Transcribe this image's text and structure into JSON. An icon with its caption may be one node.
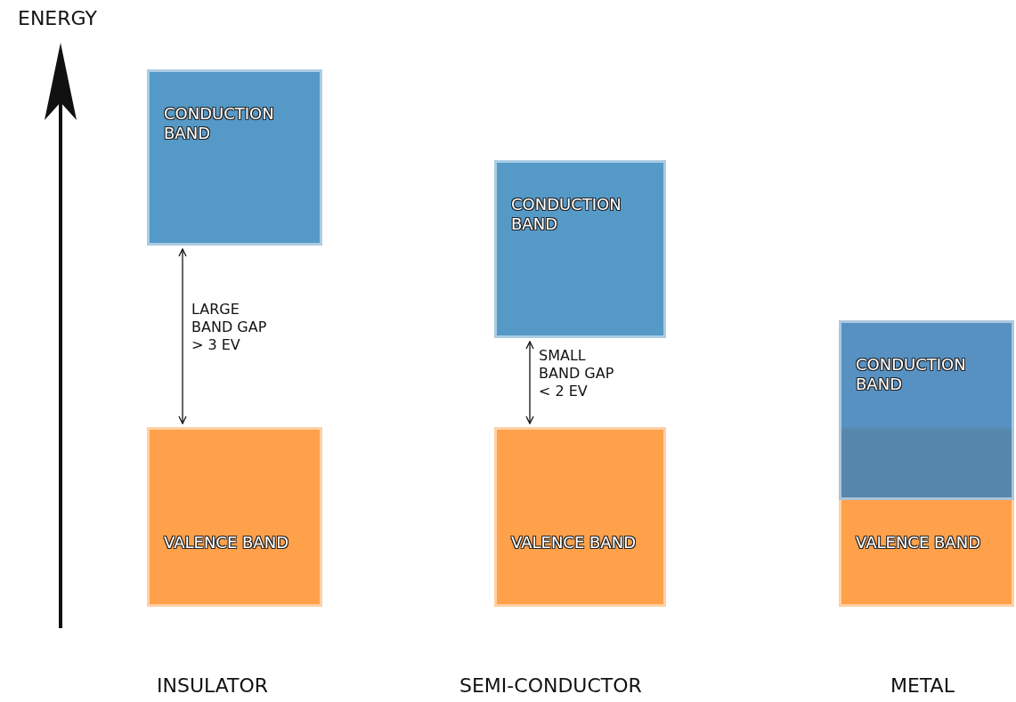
{
  "diagram": {
    "nodes": [
      {
        "text": [
          "CONDUCTION BAND"
        ]
      },
      {
        "text": [
          "VALENCE BAND"
        ]
      },
      {
        "text": [
          "CONDUCTION BAND"
        ]
      },
      {
        "text": [
          "VALENCE BAND"
        ]
      },
      {
        "text": [
          "CONDUCTION BAND"
        ]
      },
      {
        "text": [
          "VALENCE BAND"
        ]
      }
    ],
    "edges": [
      {
        "from": 0,
        "to": 1,
        "arrow": "both",
        "label": "LARGE BAND GAP > 3 EV"
      },
      {
        "from": 2,
        "to": 3,
        "arrow": "both",
        "label": "SMALL BAND GAP < 2 EV"
      }
    ],
    "labels": [
      "ENERGY",
      "INSULATOR",
      "SEMI-CONDUCTOR",
      "METAL"
    ]
  }
}
